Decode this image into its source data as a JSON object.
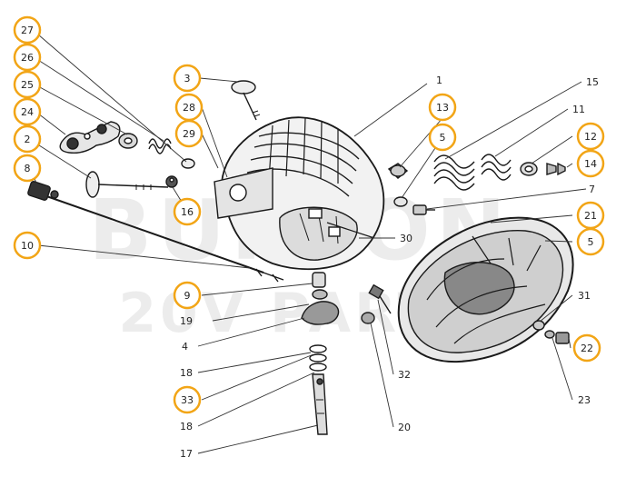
{
  "watermark": {
    "line1": "BURTON",
    "line2": "20V PARTS"
  },
  "callouts": [
    {
      "id": "c27",
      "label": "27"
    },
    {
      "id": "c26",
      "label": "26"
    },
    {
      "id": "c25",
      "label": "25"
    },
    {
      "id": "c24",
      "label": "24"
    },
    {
      "id": "c2",
      "label": "2"
    },
    {
      "id": "c8",
      "label": "8"
    },
    {
      "id": "c10",
      "label": "10"
    },
    {
      "id": "c3",
      "label": "3"
    },
    {
      "id": "c28",
      "label": "28"
    },
    {
      "id": "c29",
      "label": "29"
    },
    {
      "id": "c16",
      "label": "16"
    },
    {
      "id": "c9",
      "label": "9"
    },
    {
      "id": "c33",
      "label": "33"
    },
    {
      "id": "c13",
      "label": "13"
    },
    {
      "id": "c5a",
      "label": "5"
    },
    {
      "id": "c12",
      "label": "12"
    },
    {
      "id": "c14",
      "label": "14"
    },
    {
      "id": "c21",
      "label": "21"
    },
    {
      "id": "c5b",
      "label": "5"
    },
    {
      "id": "c22",
      "label": "22"
    }
  ],
  "labels": [
    {
      "id": "l1",
      "label": "1"
    },
    {
      "id": "l15",
      "label": "15"
    },
    {
      "id": "l11",
      "label": "11"
    },
    {
      "id": "l7",
      "label": "7"
    },
    {
      "id": "l30",
      "label": "30"
    },
    {
      "id": "l19",
      "label": "19"
    },
    {
      "id": "l4",
      "label": "4"
    },
    {
      "id": "l18a",
      "label": "18"
    },
    {
      "id": "l18b",
      "label": "18"
    },
    {
      "id": "l17",
      "label": "17"
    },
    {
      "id": "l32",
      "label": "32"
    },
    {
      "id": "l20",
      "label": "20"
    },
    {
      "id": "l31",
      "label": "31"
    },
    {
      "id": "l23",
      "label": "23"
    }
  ],
  "colors": {
    "callout_ring": "#F2A516",
    "line": "#333333",
    "ink": "#1a1a1a"
  }
}
